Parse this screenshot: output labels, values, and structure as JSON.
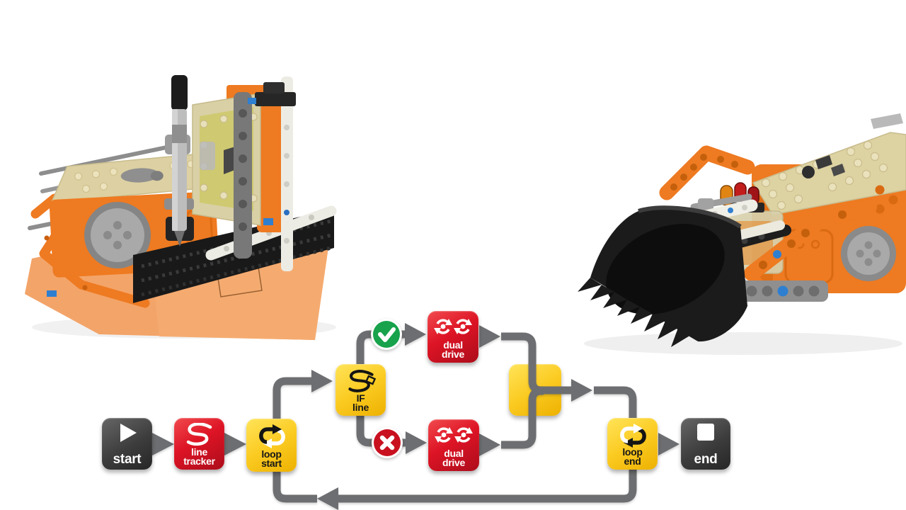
{
  "scene": {
    "background": "#ffffff",
    "left_photo": {
      "name": "edison-drawing-robot",
      "description": "Edison robot drawing machine with marker pen drawing a square on orange paper"
    },
    "right_photo": {
      "name": "edison-digger-robot",
      "description": "Edison robot front-end loader with black toothed scoop"
    }
  },
  "palette": {
    "connector_gray": "#6d6e71",
    "block_red": "#d01021",
    "block_yellow": "#f8c714",
    "block_dark": "#3a3a3a",
    "check_green": "#17a24b",
    "cross_red": "#c8101f",
    "edison_orange": "#ee7a21",
    "paper_orange": "#f3a469"
  },
  "flowchart": {
    "blocks": [
      {
        "id": "start",
        "label": "start",
        "icon": "play-icon",
        "style": "dark"
      },
      {
        "id": "line-tracker",
        "label": "line\ntracker",
        "icon": "wavy-line-icon",
        "style": "red"
      },
      {
        "id": "loop-start",
        "label": "loop\nstart",
        "icon": "loop-arrows-icon",
        "style": "yellow"
      },
      {
        "id": "if-line",
        "label": "IF\nline",
        "icon": "wavy-line-scan-icon",
        "style": "yellow"
      },
      {
        "id": "dual-drive-true",
        "label": "dual\ndrive",
        "icon": "dual-rotate-icon",
        "style": "red"
      },
      {
        "id": "dual-drive-false",
        "label": "dual\ndrive",
        "icon": "dual-rotate-icon",
        "style": "red"
      },
      {
        "id": "merge",
        "label": "",
        "icon": "none",
        "style": "yellow"
      },
      {
        "id": "loop-end",
        "label": "loop\nend",
        "icon": "loop-arrows-icon",
        "style": "yellow"
      },
      {
        "id": "end",
        "label": "end",
        "icon": "stop-icon",
        "style": "dark"
      }
    ],
    "badges": [
      {
        "id": "condition-true",
        "icon": "check-icon",
        "color": "#17a24b"
      },
      {
        "id": "condition-false",
        "icon": "cross-icon",
        "color": "#c8101f"
      }
    ],
    "edges": [
      {
        "from": "start",
        "to": "line-tracker"
      },
      {
        "from": "line-tracker",
        "to": "loop-start"
      },
      {
        "from": "loop-start",
        "to": "if-line"
      },
      {
        "from": "if-line",
        "to": "dual-drive-true",
        "condition": "true"
      },
      {
        "from": "if-line",
        "to": "dual-drive-false",
        "condition": "false"
      },
      {
        "from": "dual-drive-true",
        "to": "merge"
      },
      {
        "from": "dual-drive-false",
        "to": "merge"
      },
      {
        "from": "merge",
        "to": "loop-end"
      },
      {
        "from": "loop-end",
        "to": "end"
      },
      {
        "from": "loop-end",
        "to": "loop-start",
        "condition": "loop back"
      }
    ]
  }
}
